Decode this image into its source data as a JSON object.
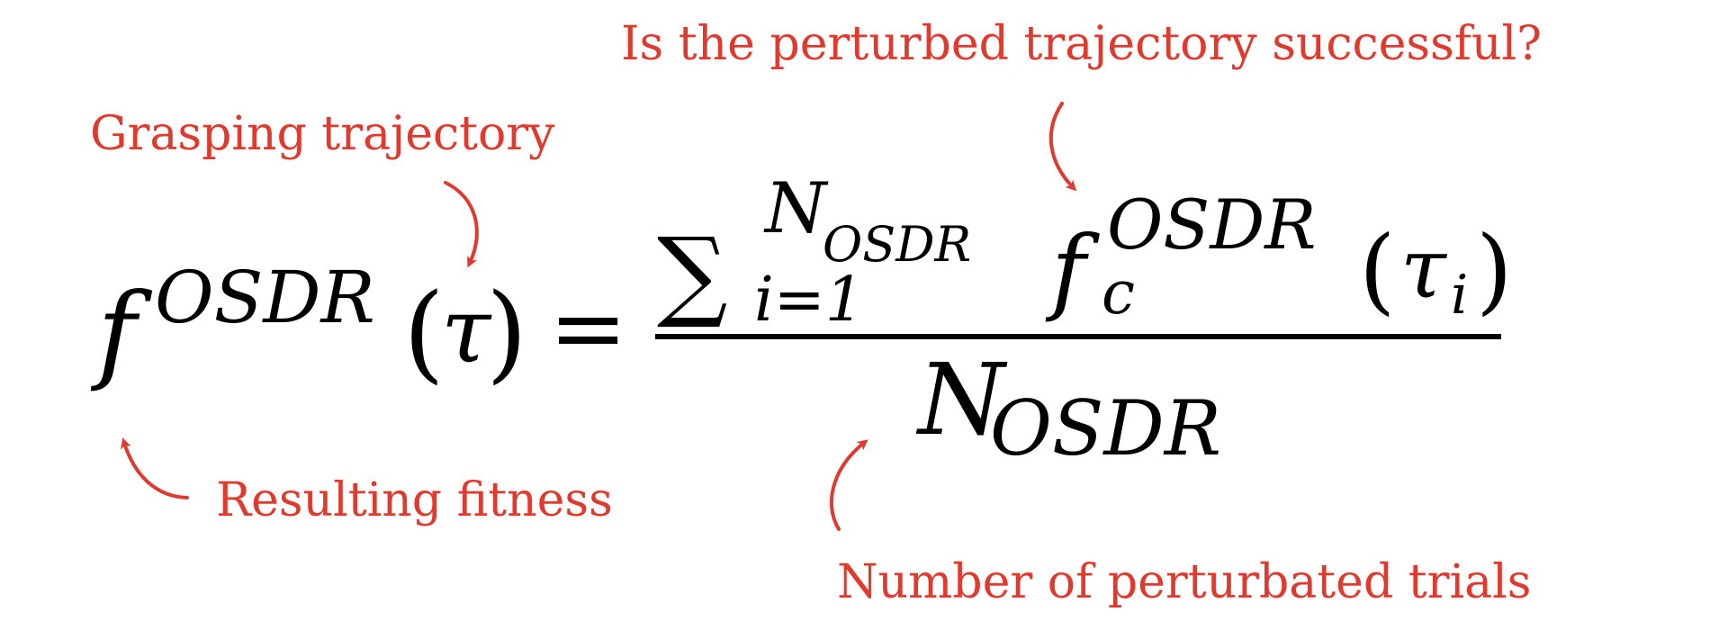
{
  "annotations": {
    "trajectory_success": "Is the perturbed trajectory successful?",
    "grasping_trajectory": "Grasping trajectory",
    "resulting_fitness": "Resulting fitness",
    "num_trials": "Number of perturbated trials"
  },
  "equation": {
    "lhs_f": "f",
    "lhs_superscript": "OSDR",
    "lhs_open_paren": "(",
    "lhs_tau": "τ",
    "lhs_close_paren": ")",
    "equals": "=",
    "sum_symbol": "∑",
    "sum_upper_N": "N",
    "sum_upper_sub": "OSDR",
    "sum_lower": "i=1",
    "fc_f": "f",
    "fc_sub": "c",
    "fc_superscript": "OSDR",
    "fc_open_paren": "(",
    "fc_tau": "τ",
    "fc_tau_sub": "i",
    "fc_close_paren": ")",
    "den_N": "N",
    "den_sub": "OSDR"
  },
  "colors": {
    "annotation": "#e03a2f",
    "math": "#000000"
  }
}
